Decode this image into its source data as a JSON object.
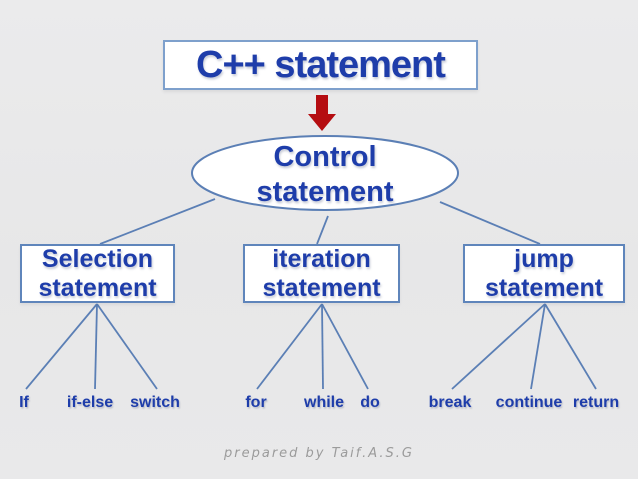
{
  "colors": {
    "text_blue": "#1e3daa",
    "border_blue": "#5f85bb",
    "title_border": "#7ea0cc",
    "line_blue": "#5b7fb5",
    "arrow_red": "#b50d11",
    "caption_gray": "#9b9b9b",
    "node_fill": "#ffffff",
    "bg": "#e9e9ea"
  },
  "diagram": {
    "title": "C++ statement",
    "root": "Control statement",
    "branches": [
      {
        "label": "Selection statement",
        "leaves": [
          "If",
          "if-else",
          "switch"
        ]
      },
      {
        "label": "iteration statement",
        "leaves": [
          "for",
          "while",
          "do"
        ]
      },
      {
        "label": "jump statement",
        "leaves": [
          "break",
          "continue",
          "return"
        ]
      }
    ],
    "caption": "prepared by Taif.A.S.G"
  }
}
